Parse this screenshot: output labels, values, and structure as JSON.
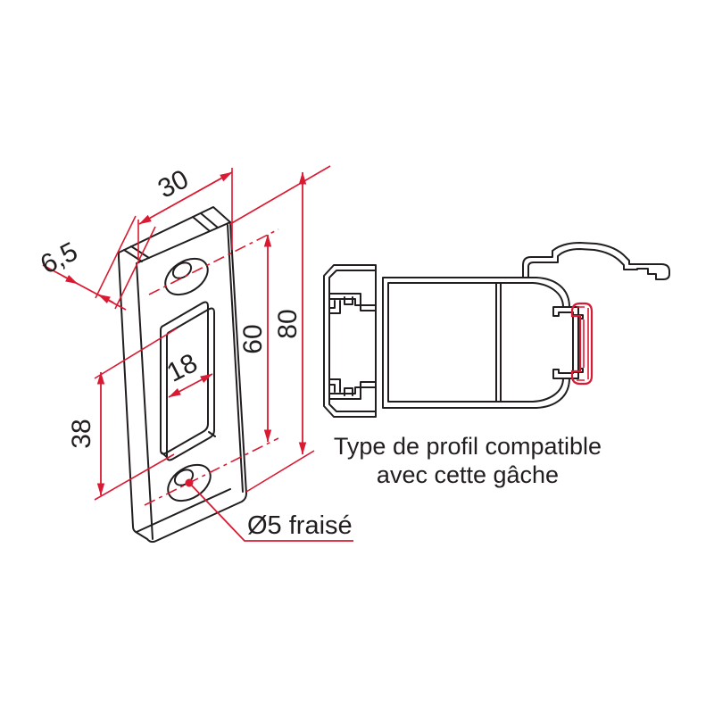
{
  "drawing": {
    "background_color": "#ffffff",
    "line_color": "#221e1f",
    "dimension_color": "#da1a32",
    "strike_plate": {
      "dim_width": "30",
      "dim_thickness": "6,5",
      "dim_slot_width": "18",
      "dim_slot_length": "38",
      "dim_hole_spacing": "60",
      "dim_height": "80",
      "hole_callout": "Ø5 fraisé"
    },
    "profile": {
      "caption_line1": "Type de profil compatible",
      "caption_line2": "avec cette gâche",
      "highlight_color": "#da1a32"
    }
  }
}
